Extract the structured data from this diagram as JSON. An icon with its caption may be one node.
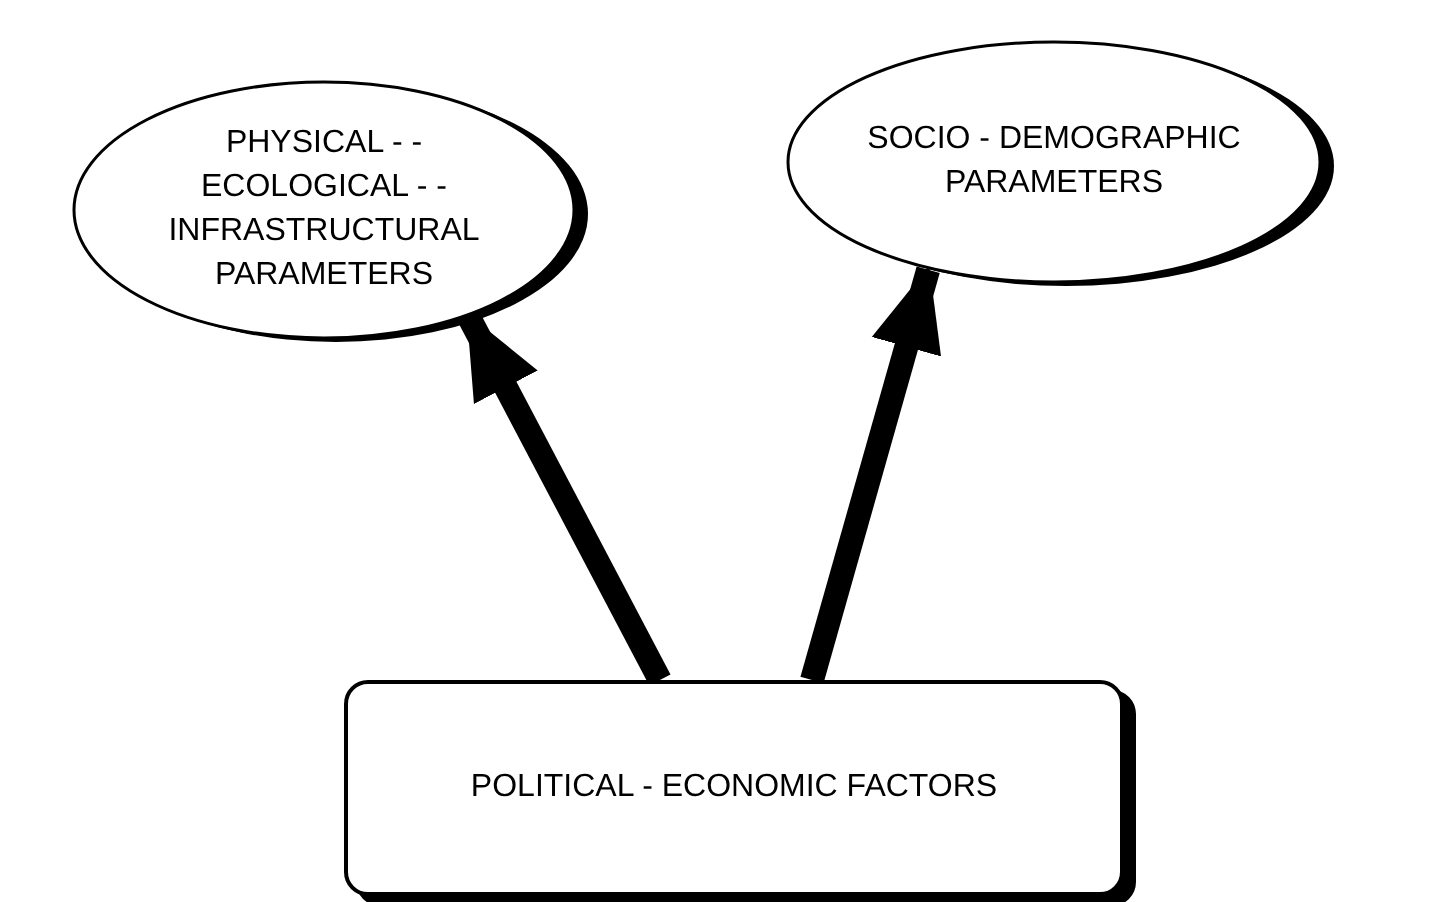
{
  "diagram": {
    "nodes": [
      {
        "text": [
          "PHYSICAL - - ECOLOGICAL - - INFRASTRUCTURAL PARAMETERS"
        ]
      },
      {
        "text": [
          "SOCIO - DEMOGRAPHIC PARAMETERS"
        ]
      },
      {
        "text": [
          "POLITICAL - ECONOMIC FACTORS"
        ]
      }
    ],
    "edges": [
      {
        "from": 2,
        "to": 0,
        "arrow": "to"
      },
      {
        "from": 2,
        "to": 1,
        "arrow": "to"
      }
    ]
  }
}
